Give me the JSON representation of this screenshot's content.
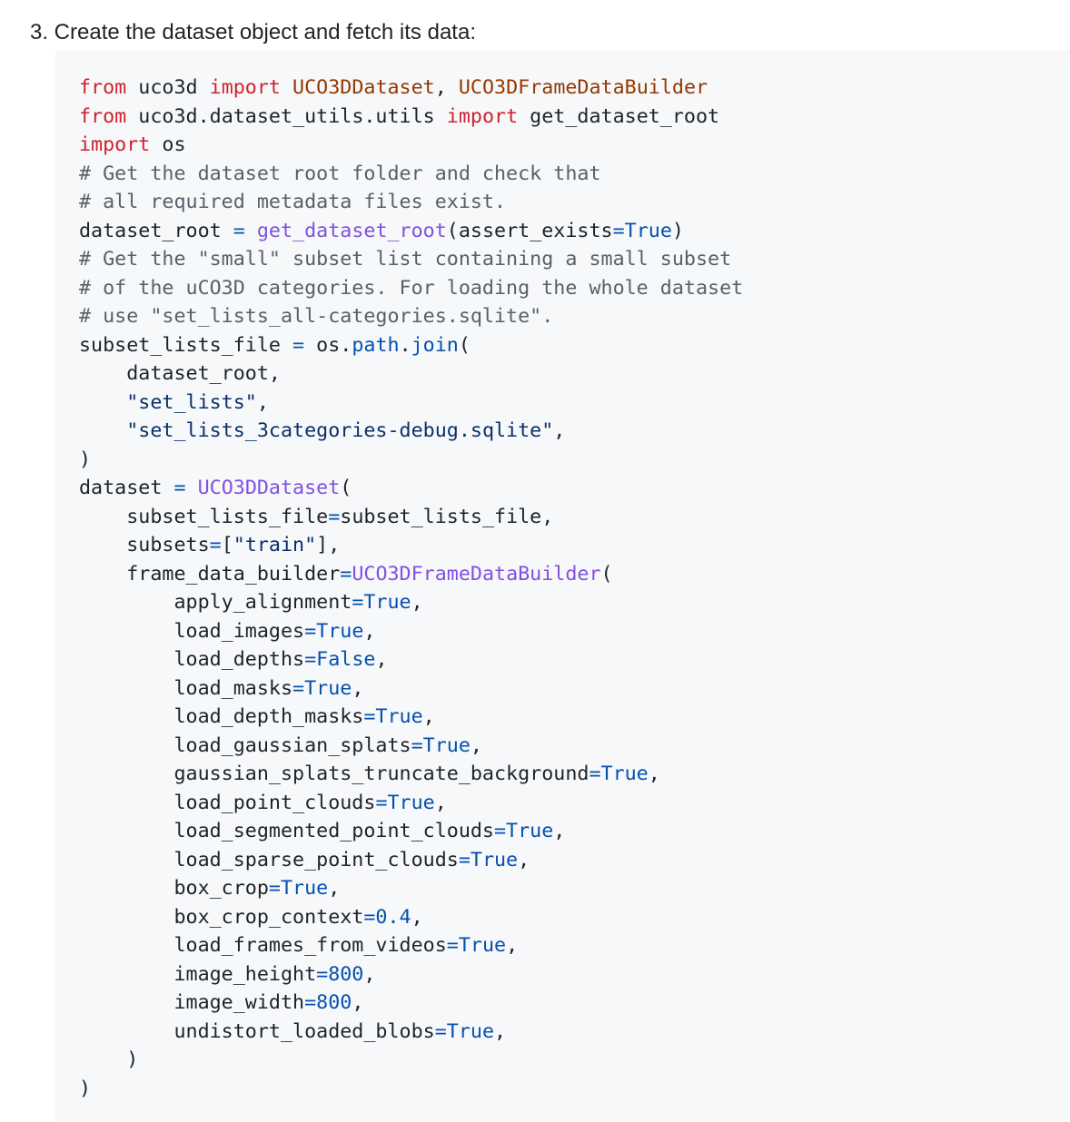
{
  "heading": "3. Create the dataset object and fetch its data:",
  "code": {
    "language": "python",
    "lines": [
      [
        [
          "k",
          "from"
        ],
        [
          "t",
          " uco3d "
        ],
        [
          "k",
          "import"
        ],
        [
          "t",
          " "
        ],
        [
          "c",
          "UCO3DDataset"
        ],
        [
          "t",
          ", "
        ],
        [
          "c",
          "UCO3DFrameDataBuilder"
        ]
      ],
      [
        [
          "k",
          "from"
        ],
        [
          "t",
          " uco3d.dataset_utils.utils "
        ],
        [
          "k",
          "import"
        ],
        [
          "t",
          " get_dataset_root"
        ]
      ],
      [
        [
          "k",
          "import"
        ],
        [
          "t",
          " os"
        ]
      ],
      [
        [
          "m",
          "# Get the dataset root folder and check that"
        ]
      ],
      [
        [
          "m",
          "# all required metadata files exist."
        ]
      ],
      [
        [
          "t",
          "dataset_root "
        ],
        [
          "b",
          "="
        ],
        [
          "t",
          " "
        ],
        [
          "f",
          "get_dataset_root"
        ],
        [
          "t",
          "(assert_exists"
        ],
        [
          "b",
          "=True"
        ],
        [
          "t",
          ")"
        ]
      ],
      [
        [
          "m",
          "# Get the \"small\" subset list containing a small subset"
        ]
      ],
      [
        [
          "m",
          "# of the uCO3D categories. For loading the whole dataset"
        ]
      ],
      [
        [
          "m",
          "# use \"set_lists_all-categories.sqlite\"."
        ]
      ],
      [
        [
          "t",
          "subset_lists_file "
        ],
        [
          "b",
          "="
        ],
        [
          "t",
          " os."
        ],
        [
          "b",
          "path"
        ],
        [
          "t",
          "."
        ],
        [
          "b",
          "join"
        ],
        [
          "t",
          "("
        ]
      ],
      [
        [
          "t",
          "    dataset_root,"
        ]
      ],
      [
        [
          "t",
          "    "
        ],
        [
          "s",
          "\"set_lists\""
        ],
        [
          "t",
          ","
        ]
      ],
      [
        [
          "t",
          "    "
        ],
        [
          "s",
          "\"set_lists_3categories-debug.sqlite\""
        ],
        [
          "t",
          ","
        ]
      ],
      [
        [
          "t",
          ")"
        ]
      ],
      [
        [
          "t",
          "dataset "
        ],
        [
          "b",
          "="
        ],
        [
          "t",
          " "
        ],
        [
          "f",
          "UCO3DDataset"
        ],
        [
          "t",
          "("
        ]
      ],
      [
        [
          "t",
          "    subset_lists_file"
        ],
        [
          "b",
          "="
        ],
        [
          "t",
          "subset_lists_file,"
        ]
      ],
      [
        [
          "t",
          "    subsets"
        ],
        [
          "b",
          "="
        ],
        [
          "t",
          "["
        ],
        [
          "s",
          "\"train\""
        ],
        [
          "t",
          "],"
        ]
      ],
      [
        [
          "t",
          "    frame_data_builder"
        ],
        [
          "b",
          "="
        ],
        [
          "f",
          "UCO3DFrameDataBuilder"
        ],
        [
          "t",
          "("
        ]
      ],
      [
        [
          "t",
          "        apply_alignment"
        ],
        [
          "b",
          "=True"
        ],
        [
          "t",
          ","
        ]
      ],
      [
        [
          "t",
          "        load_images"
        ],
        [
          "b",
          "=True"
        ],
        [
          "t",
          ","
        ]
      ],
      [
        [
          "t",
          "        load_depths"
        ],
        [
          "b",
          "=False"
        ],
        [
          "t",
          ","
        ]
      ],
      [
        [
          "t",
          "        load_masks"
        ],
        [
          "b",
          "=True"
        ],
        [
          "t",
          ","
        ]
      ],
      [
        [
          "t",
          "        load_depth_masks"
        ],
        [
          "b",
          "=True"
        ],
        [
          "t",
          ","
        ]
      ],
      [
        [
          "t",
          "        load_gaussian_splats"
        ],
        [
          "b",
          "=True"
        ],
        [
          "t",
          ","
        ]
      ],
      [
        [
          "t",
          "        gaussian_splats_truncate_background"
        ],
        [
          "b",
          "=True"
        ],
        [
          "t",
          ","
        ]
      ],
      [
        [
          "t",
          "        load_point_clouds"
        ],
        [
          "b",
          "=True"
        ],
        [
          "t",
          ","
        ]
      ],
      [
        [
          "t",
          "        load_segmented_point_clouds"
        ],
        [
          "b",
          "=True"
        ],
        [
          "t",
          ","
        ]
      ],
      [
        [
          "t",
          "        load_sparse_point_clouds"
        ],
        [
          "b",
          "=True"
        ],
        [
          "t",
          ","
        ]
      ],
      [
        [
          "t",
          "        box_crop"
        ],
        [
          "b",
          "=True"
        ],
        [
          "t",
          ","
        ]
      ],
      [
        [
          "t",
          "        box_crop_context"
        ],
        [
          "b",
          "=0.4"
        ],
        [
          "t",
          ","
        ]
      ],
      [
        [
          "t",
          "        load_frames_from_videos"
        ],
        [
          "b",
          "=True"
        ],
        [
          "t",
          ","
        ]
      ],
      [
        [
          "t",
          "        image_height"
        ],
        [
          "b",
          "=800"
        ],
        [
          "t",
          ","
        ]
      ],
      [
        [
          "t",
          "        image_width"
        ],
        [
          "b",
          "=800"
        ],
        [
          "t",
          ","
        ]
      ],
      [
        [
          "t",
          "        undistort_loaded_blobs"
        ],
        [
          "b",
          "=True"
        ],
        [
          "t",
          ","
        ]
      ],
      [
        [
          "t",
          "    )"
        ]
      ],
      [
        [
          "t",
          ")"
        ]
      ]
    ]
  }
}
